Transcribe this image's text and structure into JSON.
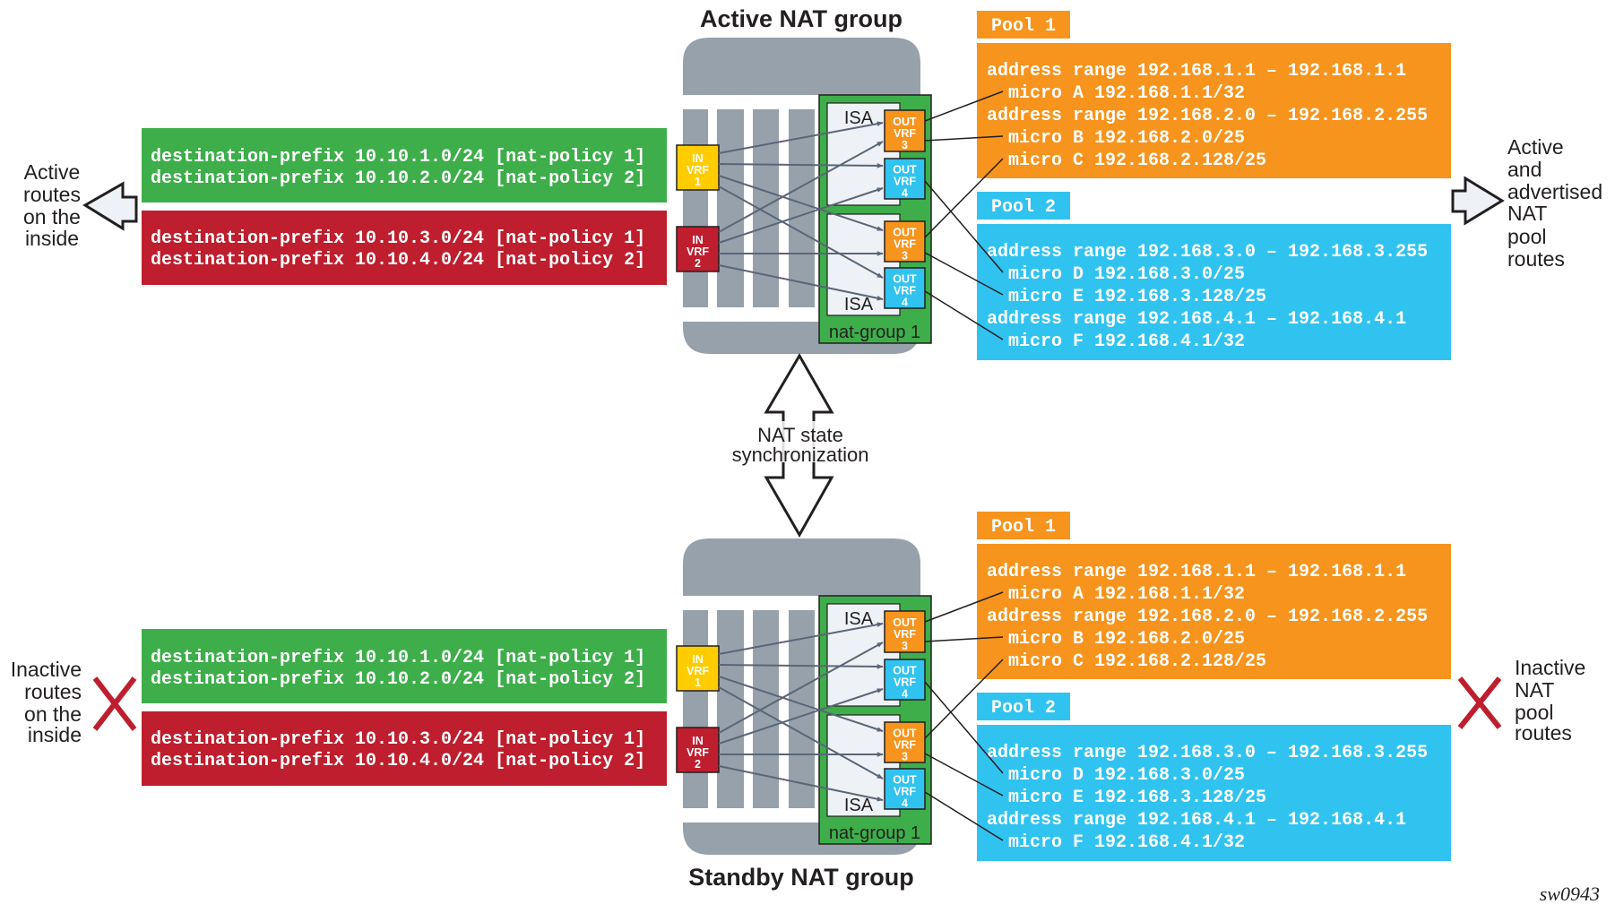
{
  "colors": {
    "green": "#3dae4a",
    "red": "#be1e2d",
    "orange": "#f7941d",
    "blue": "#31c3f0",
    "yellow": "#ffcc00",
    "chassis_gray": "#97a1ab",
    "isa_panel": "#eef2f6",
    "nat_group_green": "#3dae4a",
    "arrow_gray": "#5a6678",
    "x_mark": "#be1e2d"
  },
  "groups": [
    {
      "id": "active",
      "title": "Active NAT group",
      "inside_label": [
        "Active",
        "routes",
        "on the",
        "inside"
      ],
      "inside_indicator": "left-arrow-icon",
      "outside_label": [
        "Active",
        "and",
        "advertised",
        "NAT",
        "pool",
        "routes"
      ],
      "outside_indicator": "right-arrow-icon",
      "green_routes": [
        "destination-prefix 10.10.1.0/24 [nat-policy 1]",
        "destination-prefix 10.10.2.0/24 [nat-policy 2]"
      ],
      "red_routes": [
        "destination-prefix 10.10.3.0/24 [nat-policy 1]",
        "destination-prefix 10.10.4.0/24 [nat-policy 2]"
      ]
    },
    {
      "id": "standby",
      "title": "Standby NAT group",
      "inside_label": [
        "Inactive",
        "routes",
        "on the",
        "inside"
      ],
      "inside_indicator": "x-mark-icon",
      "outside_label": [
        "Inactive",
        "NAT",
        "pool",
        "routes"
      ],
      "outside_indicator": "x-mark-icon",
      "green_routes": [
        "destination-prefix 10.10.1.0/24 [nat-policy 1]",
        "destination-prefix 10.10.2.0/24 [nat-policy 2]"
      ],
      "red_routes": [
        "destination-prefix 10.10.3.0/24 [nat-policy 1]",
        "destination-prefix 10.10.4.0/24 [nat-policy 2]"
      ]
    }
  ],
  "vrf": {
    "in1": [
      "IN",
      "VRF",
      "1"
    ],
    "in2": [
      "IN",
      "VRF",
      "2"
    ],
    "out3": [
      "OUT",
      "VRF",
      "3"
    ],
    "out4": [
      "OUT",
      "VRF",
      "4"
    ]
  },
  "isa_label": "ISA",
  "nat_group_label": "nat-group 1",
  "pools": {
    "pool1": {
      "label": "Pool 1",
      "lines": [
        "address range 192.168.1.1 – 192.168.1.1",
        "  micro A 192.168.1.1/32",
        "address range 192.168.2.0 – 192.168.2.255",
        "  micro B 192.168.2.0/25",
        "  micro C 192.168.2.128/25"
      ]
    },
    "pool2": {
      "label": "Pool 2",
      "lines": [
        "address range 192.168.3.0 – 192.168.3.255",
        "  micro D 192.168.3.0/25",
        "  micro E 192.168.3.128/25",
        "address range 192.168.4.1 – 192.168.4.1",
        "  micro F 192.168.4.1/32"
      ]
    }
  },
  "sync_label": [
    "NAT state",
    "synchronization"
  ],
  "figure_id": "sw0943"
}
